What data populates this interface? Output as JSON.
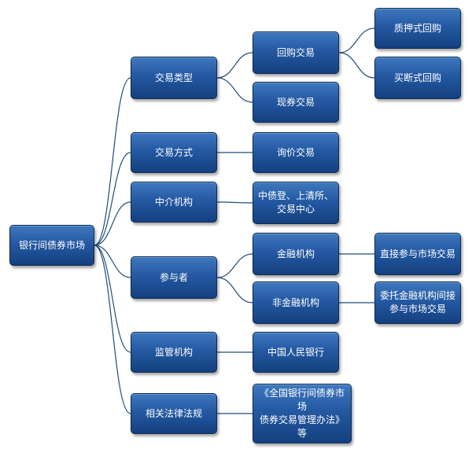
{
  "root": {
    "label": "银行间债券市场"
  },
  "level1": [
    {
      "id": "jylx",
      "label": "交易类型"
    },
    {
      "id": "jyfs",
      "label": "交易方式"
    },
    {
      "id": "zjjg",
      "label": "中介机构"
    },
    {
      "id": "cyz",
      "label": "参与者"
    },
    {
      "id": "jgjg",
      "label": "监管机构"
    },
    {
      "id": "xgfl",
      "label": "相关法律法规"
    }
  ],
  "level2": [
    {
      "id": "hgjy",
      "label": "回购交易"
    },
    {
      "id": "xqjy",
      "label": "现券交易"
    },
    {
      "id": "xjjy",
      "label": "询价交易"
    },
    {
      "id": "zzd",
      "label": "中债登、上清所、\n交易中心"
    },
    {
      "id": "jrjg",
      "label": "金融机构"
    },
    {
      "id": "fjrjg",
      "label": "非金融机构"
    },
    {
      "id": "rmyh",
      "label": "中国人民银行"
    },
    {
      "id": "glbf",
      "label": "《全国银行间债券市场\n债券交易管理办法》等"
    }
  ],
  "level3": [
    {
      "id": "zysh",
      "label": "质押式回购"
    },
    {
      "id": "mdsh",
      "label": "买断式回购"
    },
    {
      "id": "zjcy",
      "label": "直接参与市场交易"
    },
    {
      "id": "wtcy",
      "label": "委托金融机构间接\n参与市场交易"
    }
  ]
}
